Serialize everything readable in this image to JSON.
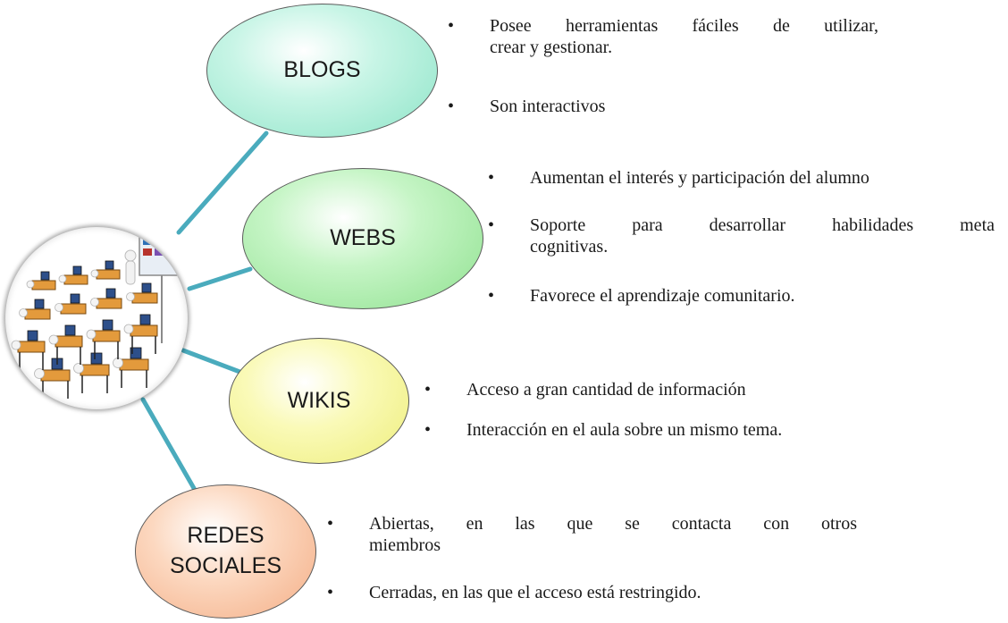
{
  "topics": {
    "blogs": {
      "label": "BLOGS",
      "points": [
        {
          "line1": "Posee herramientas fáciles de utilizar,",
          "line2": "crear y gestionar."
        },
        {
          "line1": "Son interactivos"
        }
      ]
    },
    "webs": {
      "label": "WEBS",
      "points": [
        {
          "line1": "Aumentan el interés y participación del alumno"
        },
        {
          "line1": "Soporte para desarrollar habilidades meta",
          "line2": "cognitivas."
        },
        {
          "line1": "Favorece el aprendizaje comunitario."
        }
      ]
    },
    "wikis": {
      "label": "WIKIS",
      "points": [
        {
          "line1": "Acceso a gran cantidad de información"
        },
        {
          "line1": "Interacción en el aula sobre un mismo tema."
        }
      ]
    },
    "redes": {
      "label_line1": "REDES",
      "label_line2": "SOCIALES",
      "points": [
        {
          "line1": "Abiertas, en las que se contacta con otros",
          "line2": "miembros"
        },
        {
          "line1": "Cerradas, en las que el acceso está restringido."
        }
      ]
    }
  },
  "bullet_char": "•",
  "colors": {
    "connector": "#4aabbd",
    "blogs": "#8ee4c8",
    "webs": "#8fe18f",
    "wikis": "#eeee7c",
    "redes": "#f4ae86"
  },
  "hub_image": "classroom-illustration"
}
